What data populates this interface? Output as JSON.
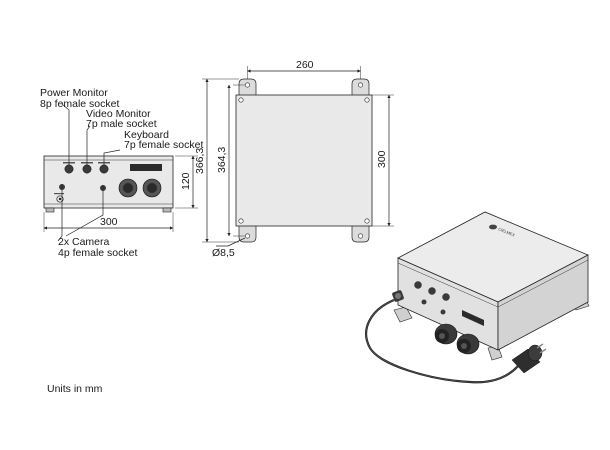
{
  "labels": {
    "power_monitor": [
      "Power Monitor",
      "8p female socket"
    ],
    "video_monitor": [
      "Video Monitor",
      "7p male socket"
    ],
    "keyboard": [
      "Keyboard",
      "7p female socket"
    ],
    "camera": [
      "2x Camera",
      "4p female socket"
    ],
    "units": "Units in mm"
  },
  "dimensions": {
    "front_width": "300",
    "front_height": "120",
    "top_width": "260",
    "total_height": "366,3",
    "hole_spacing": "364,3",
    "box_height": "300",
    "hole_diameter": "Ø8,5"
  },
  "brand": "CIELMEX"
}
